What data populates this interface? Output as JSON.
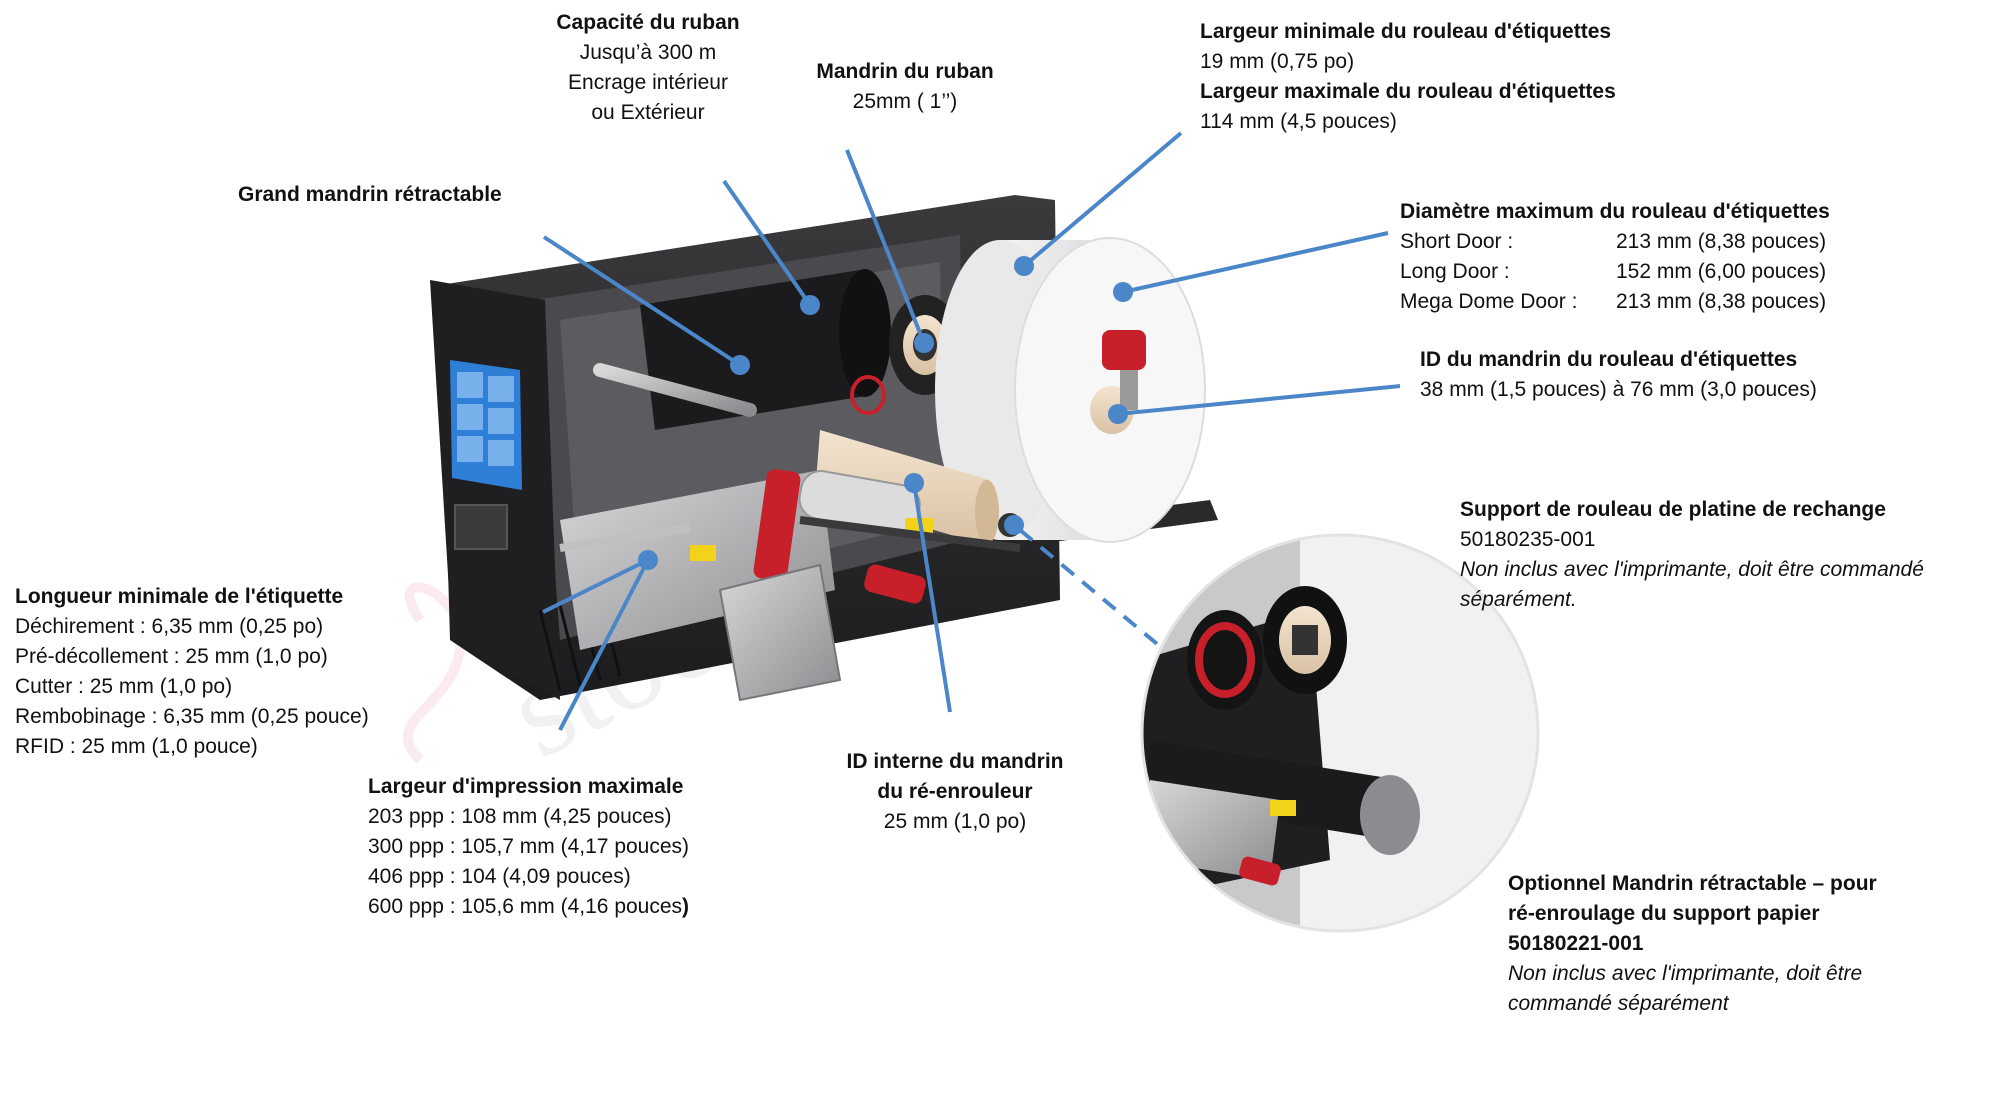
{
  "colors": {
    "callout_line": "#4a86c8",
    "printer_body": "#2b2b2d",
    "accent_red": "#c8202a",
    "screen_blue": "#2f7fd6",
    "watermark_pink": "#f5c6d8"
  },
  "watermark": "stockid",
  "callouts": {
    "ribbon_capacity": {
      "title": "Capacité du ruban",
      "lines": [
        "Jusqu’à 300 m",
        "Encrage intérieur",
        "ou Extérieur"
      ]
    },
    "ribbon_core": {
      "title": "Mandrin du ruban",
      "lines": [
        "25mm ( 1’’)"
      ]
    },
    "label_roll_width": {
      "min_title": "Largeur minimale du rouleau d'étiquettes",
      "min_value": "19 mm (0,75 po)",
      "max_title": "Largeur maximale du rouleau d'étiquettes",
      "max_value": "114 mm (4,5 pouces)"
    },
    "retractable_spindle": {
      "title": "Grand mandrin rétractable"
    },
    "label_roll_diameter": {
      "title": "Diamètre maximum du rouleau d'étiquettes",
      "rows": [
        {
          "door": "Short Door :",
          "value": "213 mm (8,38 pouces)"
        },
        {
          "door": "Long Door :",
          "value": "152 mm (6,00 pouces)"
        },
        {
          "door": "Mega Dome Door :",
          "value": "213 mm (8,38 pouces)"
        }
      ]
    },
    "label_core_id": {
      "title": "ID du mandrin du rouleau d'étiquettes",
      "value": "38 mm (1,5 pouces) à 76 mm (3,0 pouces)"
    },
    "platen_holder": {
      "title": "Support de rouleau de platine de rechange",
      "part": "50180235-001",
      "note1": "Non inclus avec l'imprimante, doit être commandé",
      "note2": "séparément."
    },
    "min_label_length": {
      "title": "Longueur minimale de l'étiquette",
      "lines": [
        "Déchirement : 6,35 mm (0,25 po)",
        "Pré-décollement : 25 mm (1,0 po)",
        "Cutter : 25 mm (1,0 po)",
        "Rembobinage : 6,35 mm (0,25 pouce)",
        "RFID : 25 mm (1,0 pouce)"
      ]
    },
    "max_print_width": {
      "title": "Largeur d'impression maximale",
      "lines": [
        "203 ppp : 108 mm (4,25 pouces)",
        "300 ppp : 105,7 mm (4,17 pouces)",
        "406 ppp : 104 (4,09 pouces)"
      ],
      "last_line": "600 ppp : 105,6 mm (4,16 pouces",
      "last_paren": ")"
    },
    "rewinder_core": {
      "title1": "ID interne du mandrin",
      "title2": "du ré-enrouleur",
      "value": "25 mm (1,0 po)"
    },
    "optional_spindle": {
      "title1": "Optionnel Mandrin rétractable – pour",
      "title2": "ré-enroulage du support papier",
      "part": "50180221-001",
      "note1": "Non inclus avec l'imprimante, doit être",
      "note2": "commandé séparément"
    }
  }
}
